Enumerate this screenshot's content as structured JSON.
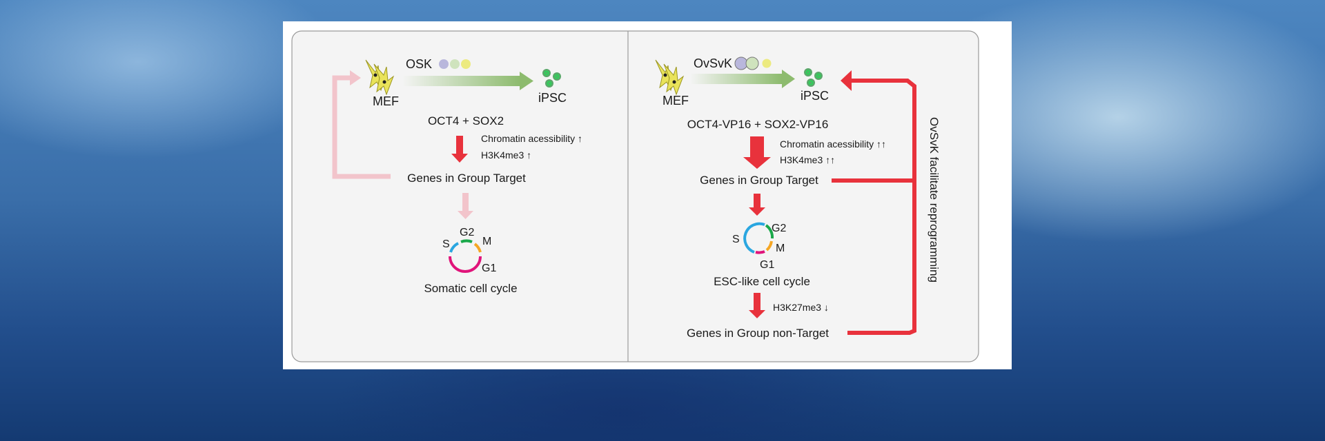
{
  "left_panel": {
    "mef_label": "MEF",
    "factor_label": "OSK",
    "ipsc_label": "iPSC",
    "factors": "OCT4 + SOX2",
    "effect_1": "Chromatin acessibility ↑",
    "effect_2": "H3K4me3 ↑",
    "target_genes": "Genes in Group Target",
    "phases": {
      "s": "S",
      "g2": "G2",
      "m": "M",
      "g1": "G1"
    },
    "cycle_label": "Somatic cell cycle"
  },
  "right_panel": {
    "mef_label": "MEF",
    "factor_label": "OvSvK",
    "ipsc_label": "iPSC",
    "factors": "OCT4-VP16 + SOX2-VP16",
    "effect_1": "Chromatin acessibility ↑↑",
    "effect_2": "H3K4me3 ↑↑",
    "target_genes": "Genes in Group Target",
    "phases": {
      "s": "S",
      "g2": "G2",
      "m": "M",
      "g1": "G1"
    },
    "cycle_label": "ESC-like cell cycle",
    "effect_3": "H3K27me3 ↓",
    "nontarget_genes": "Genes in Group non-Target",
    "feedback_label": "OvSvK facilitate reprogramming"
  },
  "colors": {
    "red": "#e8323c",
    "pink": "#f2c4cb",
    "green": "#8dbb6e",
    "cell_yellow": "#e9e35a"
  }
}
